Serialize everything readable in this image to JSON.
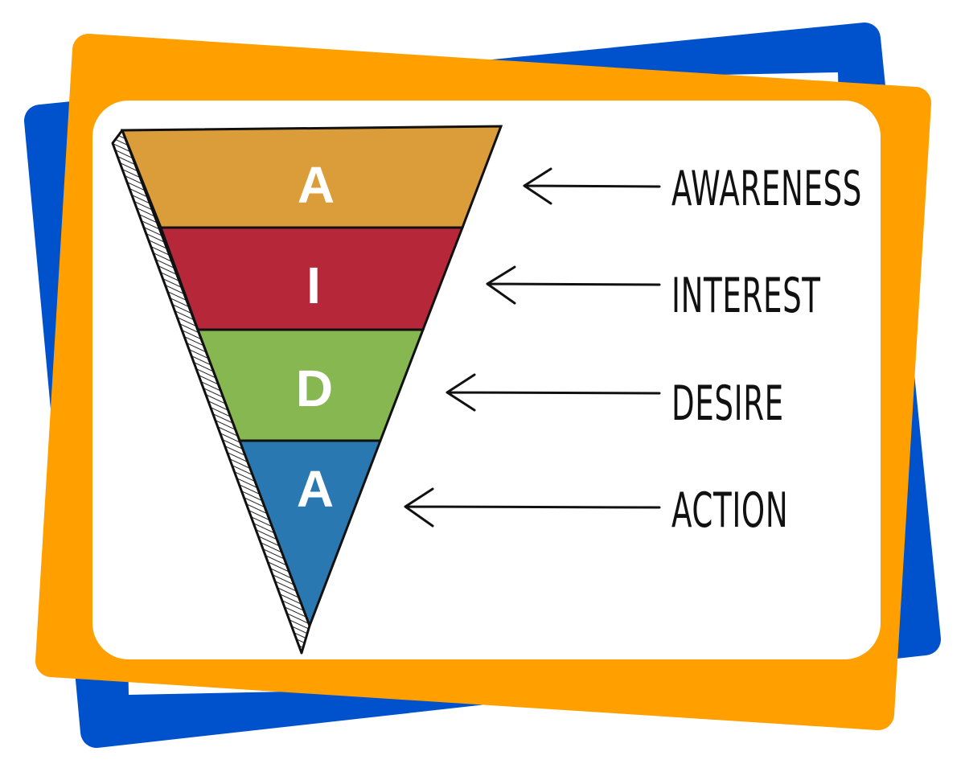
{
  "diagram": {
    "title": "AIDA funnel",
    "stages": [
      {
        "letter": "A",
        "label": "AWARENESS",
        "color": "#DA9D3A"
      },
      {
        "letter": "I",
        "label": "INTEREST",
        "color": "#B7273A"
      },
      {
        "letter": "D",
        "label": "DESIRE",
        "color": "#86B751"
      },
      {
        "letter": "A",
        "label": "ACTION",
        "color": "#2A78B2"
      }
    ],
    "frame_colors": {
      "back": "#0052CC",
      "front": "#FFA000"
    }
  }
}
